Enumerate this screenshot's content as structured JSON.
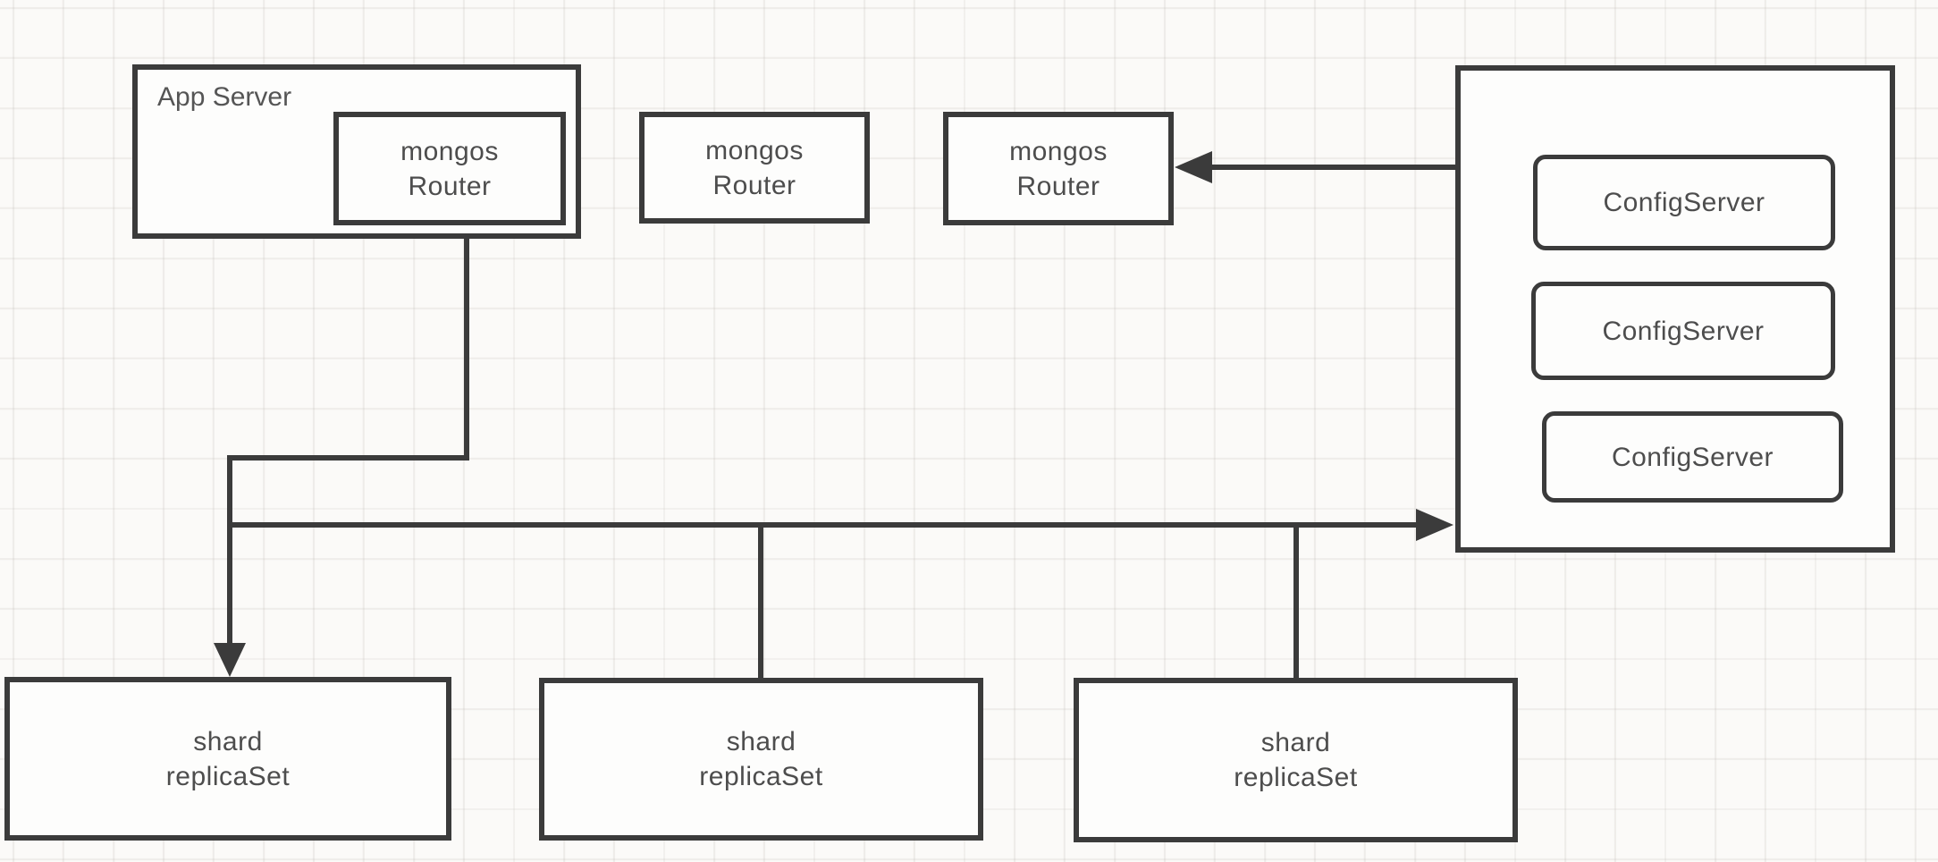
{
  "diagram": {
    "nodes": {
      "app_server": {
        "label": "App Server"
      },
      "routers": [
        {
          "line1": "mongos",
          "line2": "Router"
        },
        {
          "line1": "mongos",
          "line2": "Router"
        },
        {
          "line1": "mongos",
          "line2": "Router"
        }
      ],
      "config_servers": [
        {
          "label": "ConfigServer"
        },
        {
          "label": "ConfigServer"
        },
        {
          "label": "ConfigServer"
        }
      ],
      "shards": [
        {
          "line1": "shard",
          "line2": "replicaSet"
        },
        {
          "line1": "shard",
          "line2": "replicaSet"
        },
        {
          "line1": "shard",
          "line2": "replicaSet"
        }
      ]
    },
    "edges": [
      {
        "from": "app-server-mongos-router",
        "to": "shard-replicaset-1",
        "style": "arrow-down"
      },
      {
        "from": "router-shard-junction",
        "to": "configserver-group",
        "style": "arrow-right"
      },
      {
        "from": "router-shard-junction",
        "to": "shard-replicaset-2",
        "style": "plain-line"
      },
      {
        "from": "router-shard-junction",
        "to": "shard-replicaset-3",
        "style": "plain-line"
      },
      {
        "from": "configserver-group",
        "to": "mongos-router-3",
        "style": "arrow-left"
      }
    ],
    "colors": {
      "line": "#3b3b3b",
      "text": "#4d4d4d",
      "background": "#fbfaf8",
      "grid": "#e9e6e2"
    }
  }
}
